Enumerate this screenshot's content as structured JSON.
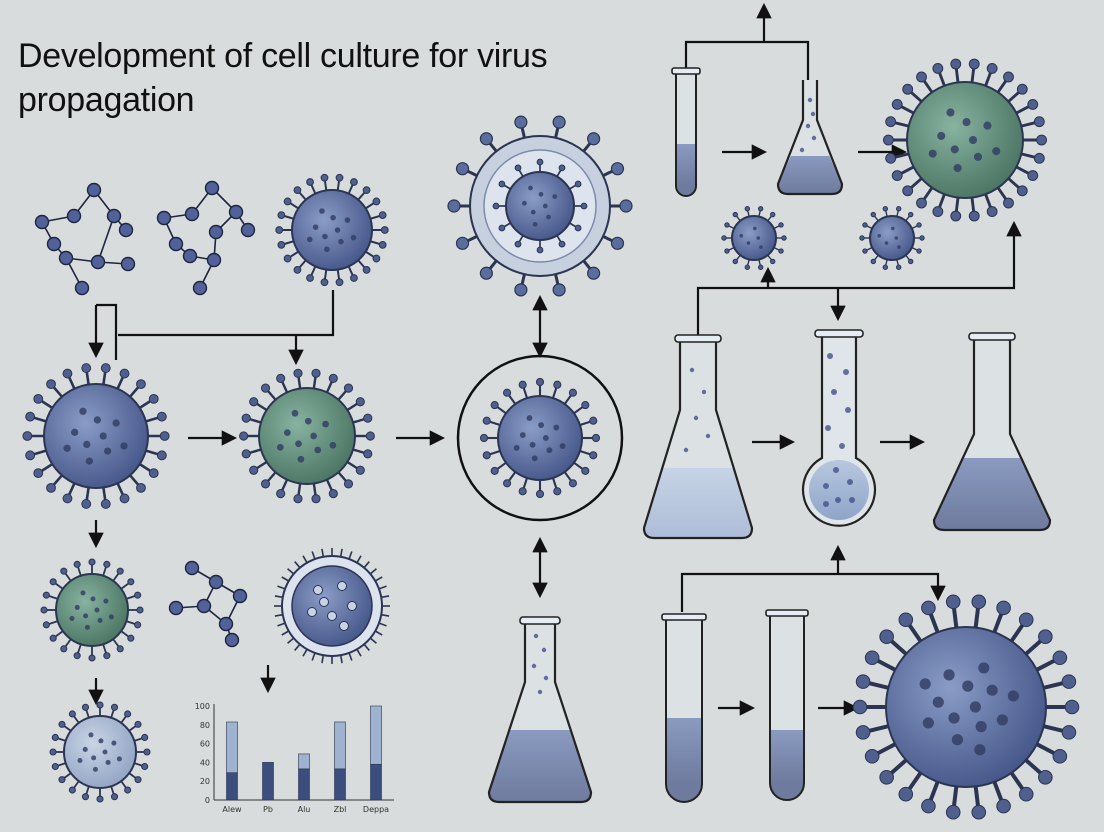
{
  "title": "Development of cell culture for virus propagation",
  "chart_data": {
    "type": "bar",
    "categories": [
      "Alew",
      "Pb",
      "Alu",
      "Zbl",
      "Deppa"
    ],
    "series": [
      {
        "values": [
          29,
          40,
          33,
          33,
          38
        ]
      },
      {
        "values": [
          54,
          0,
          16,
          50,
          62
        ]
      }
    ],
    "yticks": [
      "0",
      "20",
      "40",
      "60",
      "80",
      "100"
    ],
    "ylim": [
      0,
      100
    ],
    "colors": {
      "lower": "#3c4e7e",
      "upper": "#9fb3d0"
    }
  },
  "palette": {
    "background": "#d8dcdc",
    "blue_virus": "#5a6e9e",
    "green_virus": "#5e8a78",
    "arrow": "#111111"
  }
}
